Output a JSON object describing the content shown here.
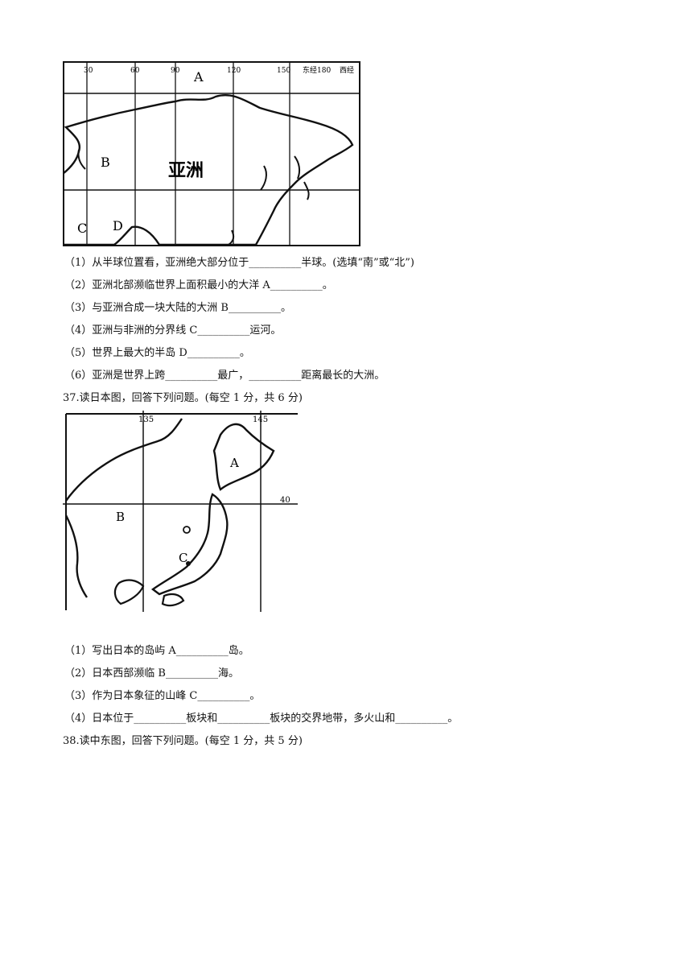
{
  "asia_map": {
    "title_label": "亚洲",
    "label_a": "A",
    "label_b": "B",
    "label_c": "C",
    "label_d": "D",
    "top_ticks": [
      "30",
      "60",
      "90",
      "120",
      "150",
      "东经180",
      "西经"
    ]
  },
  "asia_questions": [
    "（1）从半球位置看，亚洲绝大部分位于__________半球。(选填“南”或“北”)",
    "（2）亚洲北部濒临世界上面积最小的大洋 A__________。",
    "（3）与亚洲合成一块大陆的大洲 B__________。",
    "（4）亚洲与非洲的分界线 C__________运河。",
    "（5）世界上最大的半岛 D__________。",
    "（6）亚洲是世界上跨__________最广，__________距离最长的大洲。"
  ],
  "q37": {
    "heading": "37.读日本图，回答下列问题。(每空 1 分，共 6 分)",
    "map": {
      "label_a": "A",
      "label_b": "B",
      "label_c": "C",
      "tick_left": "135",
      "tick_right": "145",
      "tick_lat": "40"
    },
    "questions": [
      "（1）写出日本的岛屿 A__________岛。",
      "（2）日本西部濒临 B__________海。",
      "（3）作为日本象征的山峰 C__________。",
      "（4）日本位于__________板块和__________板块的交界地带，多火山和__________。"
    ]
  },
  "q38": {
    "heading": "38.读中东图，回答下列问题。(每空 1 分，共 5 分)"
  }
}
